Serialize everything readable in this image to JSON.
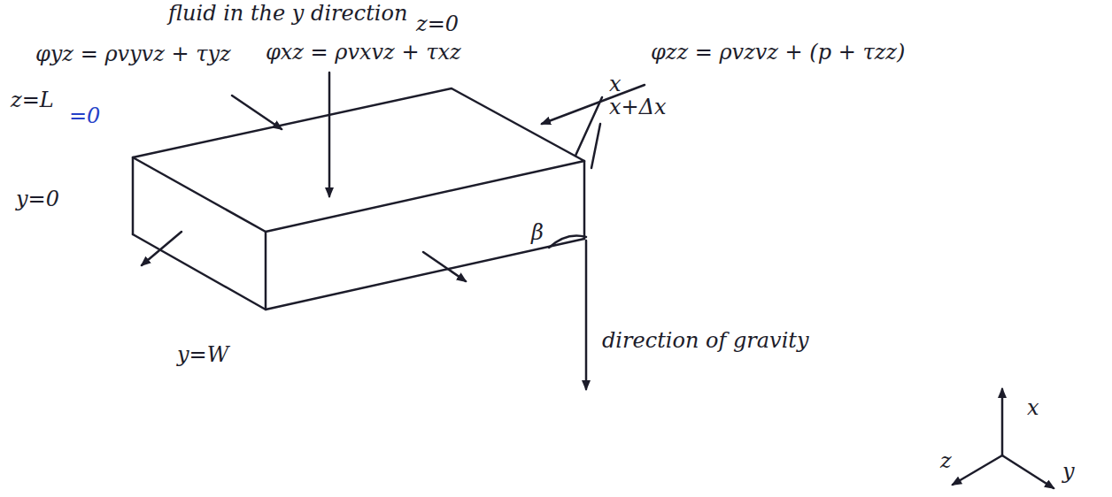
{
  "diagram": {
    "labels": [
      "fluid in the y direction",
      "φyz = ρvyvz + τyz",
      "φxz = ρvxvz + τxz",
      "z=0",
      "φzz = ρvzvz + (p + τzz)",
      "x",
      "x+Δx",
      "z=L",
      "=0",
      "y=0",
      "y=W",
      "β",
      "direction of gravity",
      "x",
      "z",
      "y"
    ]
  }
}
